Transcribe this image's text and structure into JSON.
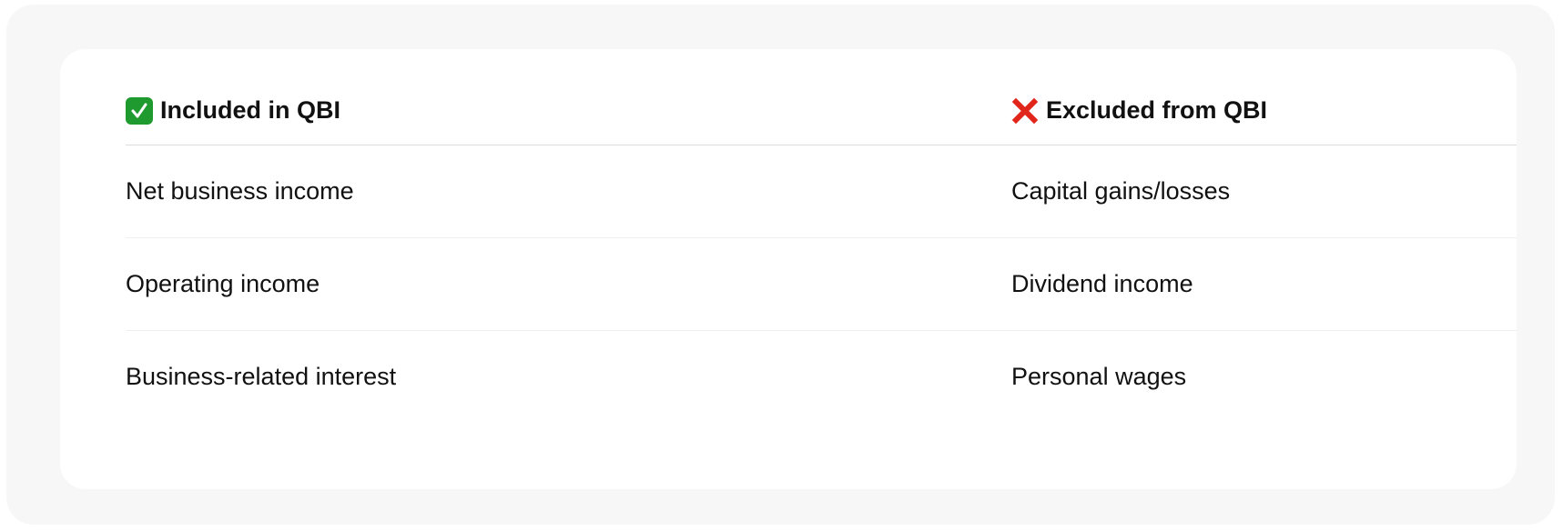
{
  "table": {
    "headers": [
      {
        "icon": "check-mark-icon",
        "label": "Included in QBI",
        "color": "#1f9a2e"
      },
      {
        "icon": "cross-mark-icon",
        "label": "Excluded from QBI",
        "color": "#e0261b"
      }
    ],
    "rows": [
      [
        "Net business income",
        "Capital gains/losses"
      ],
      [
        "Operating income",
        "Dividend income"
      ],
      [
        "Business-related interest",
        "Personal wages"
      ]
    ]
  }
}
